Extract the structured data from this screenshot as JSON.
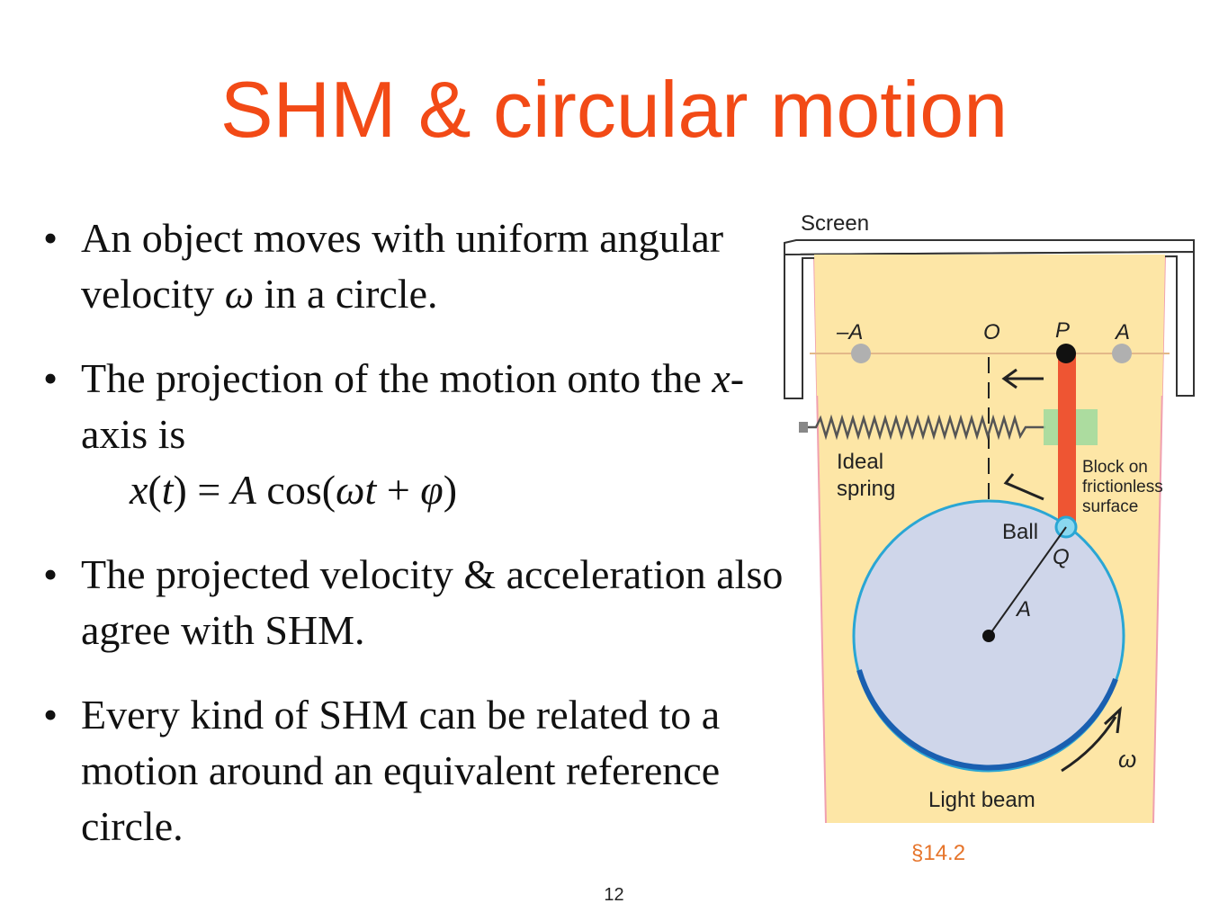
{
  "slide": {
    "title": "SHM & circular motion",
    "section_ref": "§14.2",
    "page_number": "12"
  },
  "bullets": {
    "b1_text": "An object moves with uniform angular velocity ",
    "b1_omega": "ω",
    "b1_tail": " in a circle.",
    "b2_text": "The projection of the motion onto the ",
    "b2_x": "x",
    "b2_tail": "-axis is",
    "b2_eq_x": "x",
    "b2_eq_t": "t",
    "b2_eq_mid": ") = ",
    "b2_eq_A": "A",
    "b2_eq_cos": " cos(",
    "b2_eq_omega": "ω",
    "b2_eq_t2": "t",
    "b2_eq_plus": " + ",
    "b2_eq_phi": "φ",
    "b2_eq_close": ")",
    "b3": "The projected velocity & acceleration also agree with SHM.",
    "b4": "Every kind of SHM can be related to a motion around an equivalent reference circle."
  },
  "figure": {
    "screen_label": "Screen",
    "minus_a": "–A",
    "o_label": "O",
    "p_label": "P",
    "a_label": "A",
    "spring_label_1": "Ideal",
    "spring_label_2": "spring",
    "block_label_1": "Block on",
    "block_label_2": "frictionless",
    "block_label_3": "surface",
    "ball_label": "Ball",
    "q_label": "Q",
    "radius_label": "A",
    "omega_label": "ω",
    "beam_label": "Light beam",
    "colors": {
      "beam": "#fde6a6",
      "circle_fill": "#cfd6ea",
      "circle_edge": "#2aa6d4",
      "rod": "#ee5533",
      "title": "#f24a16"
    }
  }
}
